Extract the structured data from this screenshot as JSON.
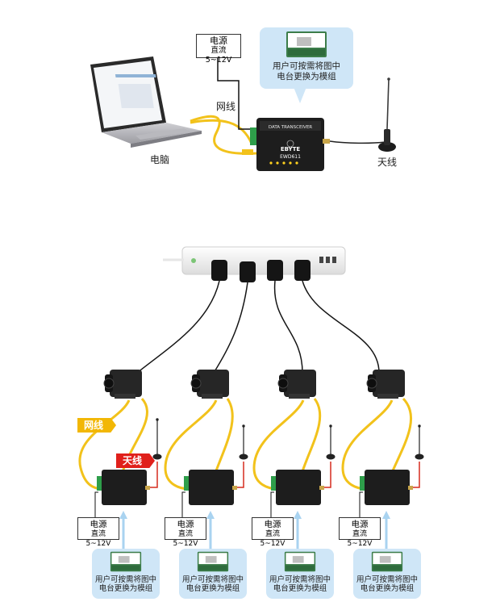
{
  "top": {
    "power_label_line1": "电源",
    "power_label_line2": "直流5~12V",
    "module_note_line1": "用户可按需将图中",
    "module_note_line2": "电台更换为模组",
    "cable_label": "网线",
    "computer_label": "电脑",
    "antenna_label": "天线",
    "device_title": "DATA TRANSCEIVER",
    "device_brand": "EBYTE",
    "device_model": "EWD611"
  },
  "bottom": {
    "cable_tag": "网线",
    "antenna_tag": "天线",
    "units": [
      {
        "power_line1": "电源",
        "power_line2": "直流5~12V",
        "note_line1": "用户可按需将图中",
        "note_line2": "电台更换为模组"
      },
      {
        "power_line1": "电源",
        "power_line2": "直流5~12V",
        "note_line1": "用户可按需将图中",
        "note_line2": "电台更换为模组"
      },
      {
        "power_line1": "电源",
        "power_line2": "直流5~12V",
        "note_line1": "用户可按需将图中",
        "note_line2": "电台更换为模组"
      },
      {
        "power_line1": "电源",
        "power_line2": "直流5~12V",
        "note_line1": "用户可按需将图中",
        "note_line2": "电台更换为模组"
      }
    ]
  },
  "colors": {
    "cable": "#f2c21b",
    "device": "#1d1d1d",
    "card": "#cfe6f7",
    "tag_cable": "#f2b705",
    "tag_antenna": "#e0201b",
    "terminal": "#2e9e4a",
    "red_wire": "#d52b1e"
  }
}
